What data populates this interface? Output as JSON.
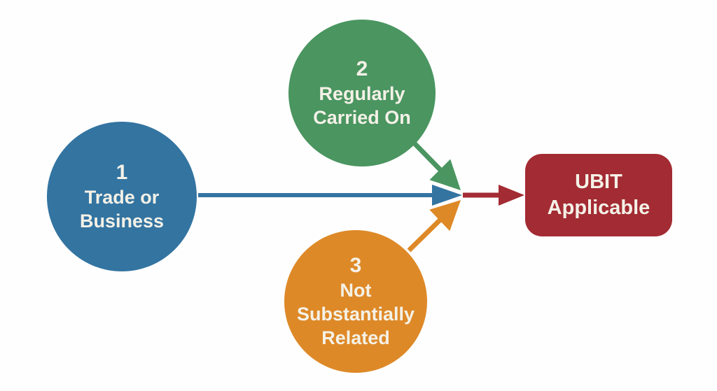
{
  "colors": {
    "blue": "#3374A1",
    "green": "#4A9560",
    "orange": "#DE8927",
    "red": "#A32B33",
    "text": "#F4F1E7",
    "background": "#FEFEFE"
  },
  "nodes": [
    {
      "id": "trade-or-business",
      "number": "1",
      "label": "Trade or\nBusiness",
      "color_key": "blue"
    },
    {
      "id": "regularly-carried-on",
      "number": "2",
      "label": "Regularly\nCarried On",
      "color_key": "green"
    },
    {
      "id": "not-substantially-related",
      "number": "3",
      "label": "Not\nSubstantially\nRelated",
      "color_key": "orange"
    }
  ],
  "result": {
    "id": "ubit-applicable",
    "label": "UBIT\nApplicable"
  },
  "icons": {
    "arrow_blue": "right-arrow-icon",
    "arrow_green": "down-right-arrow-icon",
    "arrow_orange": "up-right-arrow-icon",
    "arrow_red": "right-arrow-icon"
  }
}
